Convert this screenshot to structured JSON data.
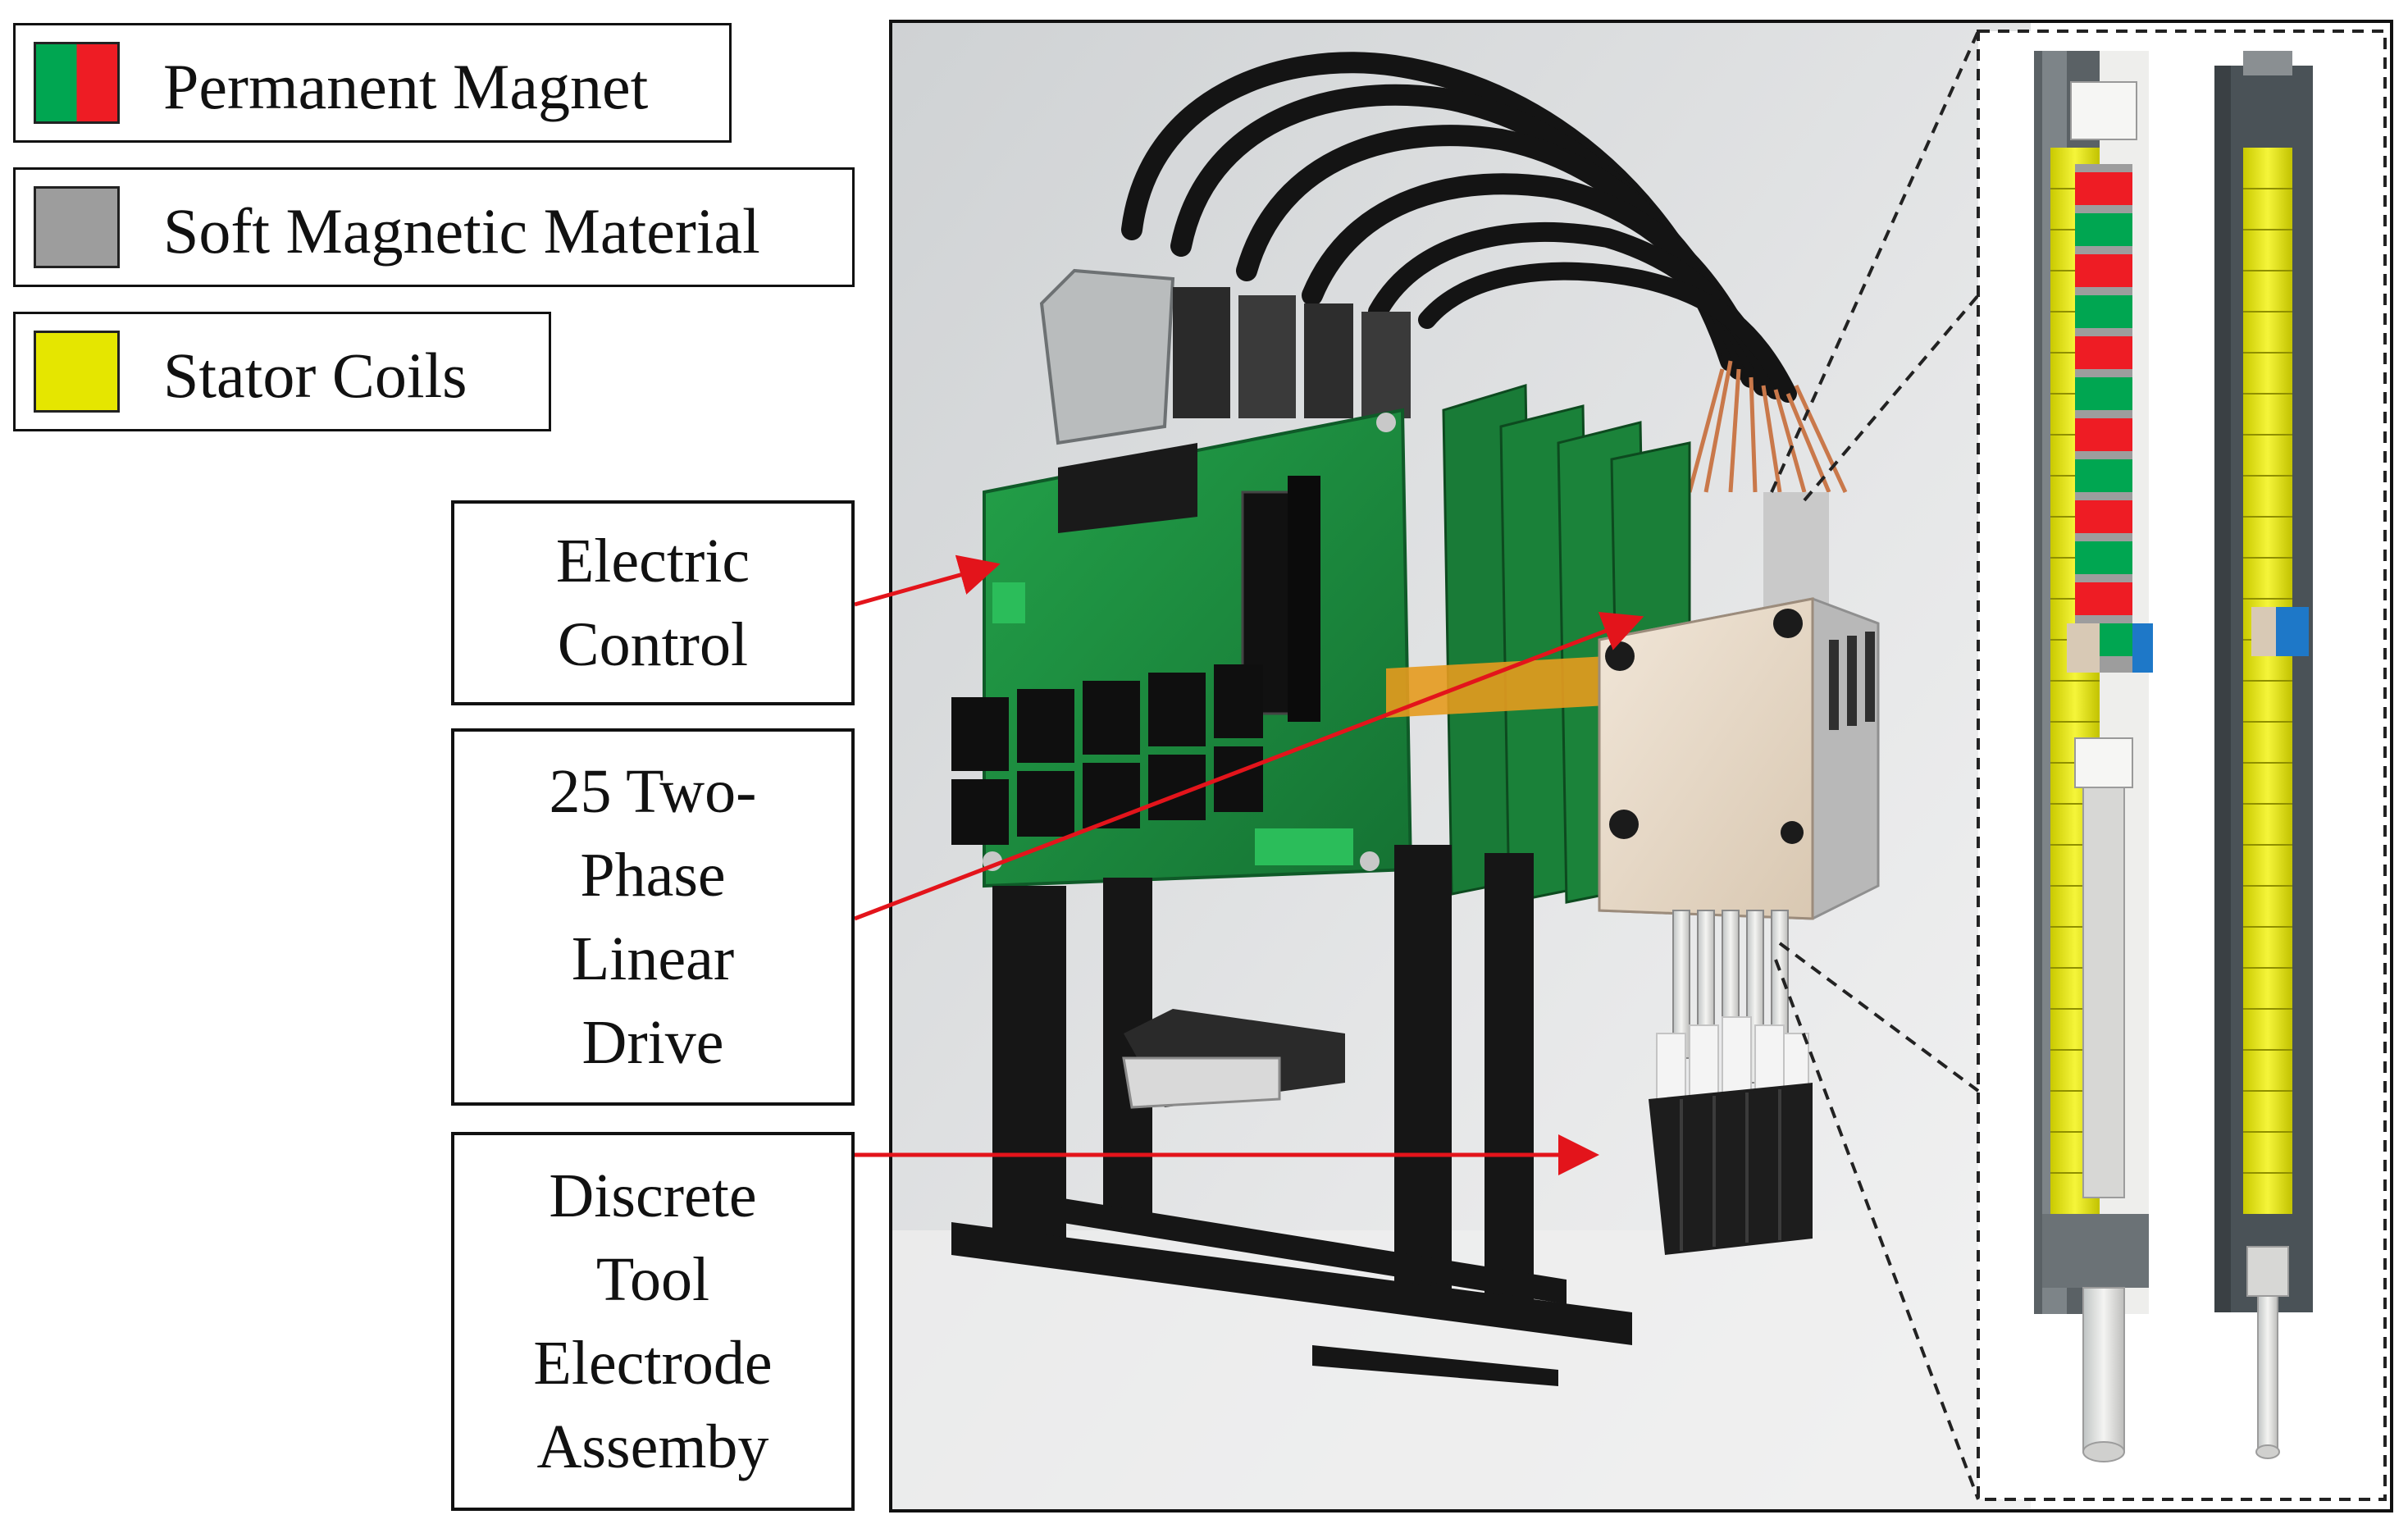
{
  "legend": [
    {
      "label": "Permanent Magnet",
      "swatch": "magnet",
      "colors": [
        "#00a651",
        "#ee1c24"
      ]
    },
    {
      "label": "Soft Magnetic Material",
      "swatch": "soft",
      "colors": [
        "#9d9d9d"
      ]
    },
    {
      "label": "Stator Coils",
      "swatch": "coil",
      "colors": [
        "#e5e600"
      ]
    }
  ],
  "callouts": [
    {
      "id": "electric-control",
      "lines": [
        "Electric",
        "Control"
      ]
    },
    {
      "id": "linear-drive",
      "lines": [
        "25 Two-",
        "Phase",
        "Linear",
        "Drive"
      ]
    },
    {
      "id": "electrode-assembly",
      "lines": [
        "Discrete",
        "Tool",
        "Electrode",
        "Assemby"
      ]
    }
  ],
  "colors": {
    "arrow": "#e3141b",
    "pcb": "#1f8a3b",
    "coil": "#e5e600",
    "magnet_green": "#00a651",
    "magnet_red": "#ee1c24",
    "soft_material": "#9d9d9d",
    "housing_dark": "#4a5257",
    "sensor_blue": "#1e78c8"
  }
}
